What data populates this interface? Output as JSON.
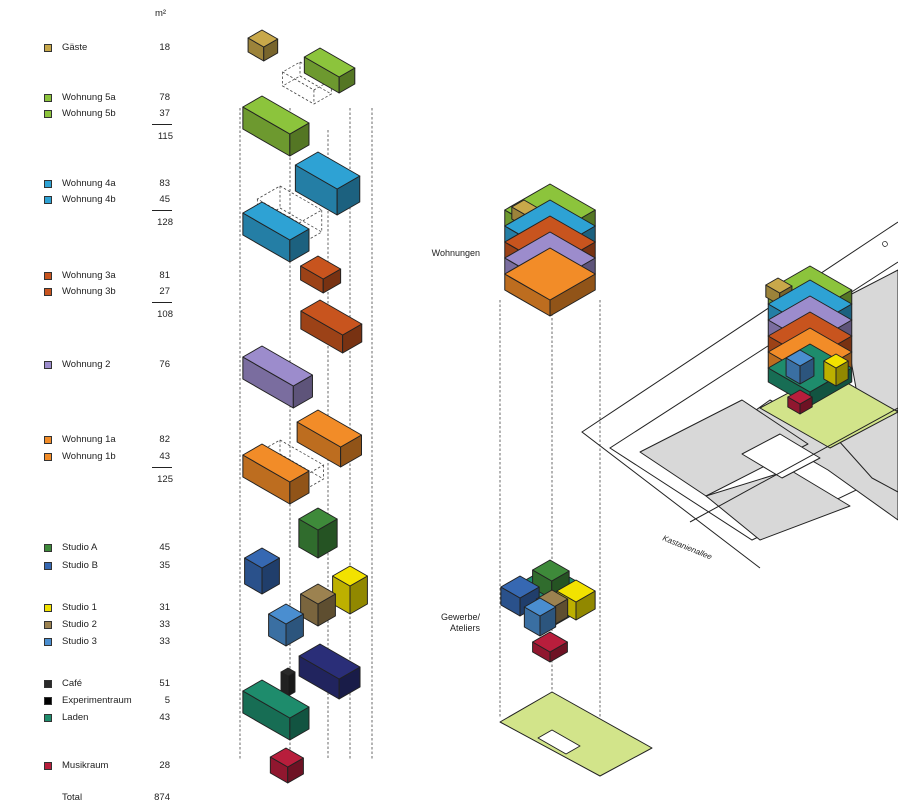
{
  "legend": {
    "unit": "m²",
    "items": [
      {
        "key": "gaeste",
        "label": "Gäste",
        "area": "18",
        "color": "#c8a84a"
      },
      {
        "key": "w5a",
        "label": "Wohnung 5a",
        "area": "78",
        "color": "#8cc43c"
      },
      {
        "key": "w5b",
        "label": "Wohnung 5b",
        "area": "37",
        "color": "#8cc43c"
      },
      {
        "key": "w4a",
        "label": "Wohnung 4a",
        "area": "83",
        "color": "#2ea2d4"
      },
      {
        "key": "w4b",
        "label": "Wohnung 4b",
        "area": "45",
        "color": "#2ea2d4"
      },
      {
        "key": "w3a",
        "label": "Wohnung 3a",
        "area": "81",
        "color": "#c8541e"
      },
      {
        "key": "w3b",
        "label": "Wohnung 3b",
        "area": "27",
        "color": "#c8541e"
      },
      {
        "key": "w2",
        "label": "Wohnung 2",
        "area": "76",
        "color": "#9c8ccc"
      },
      {
        "key": "w1a",
        "label": "Wohnung 1a",
        "area": "82",
        "color": "#f28c28"
      },
      {
        "key": "w1b",
        "label": "Wohnung 1b",
        "area": "43",
        "color": "#f28c28"
      },
      {
        "key": "studioA",
        "label": "Studio A",
        "area": "45",
        "color": "#3e8a3a"
      },
      {
        "key": "studioB",
        "label": "Studio B",
        "area": "35",
        "color": "#3668b2"
      },
      {
        "key": "studio1",
        "label": "Studio 1",
        "area": "31",
        "color": "#f2e200"
      },
      {
        "key": "studio2",
        "label": "Studio 2",
        "area": "33",
        "color": "#9c8250"
      },
      {
        "key": "studio3",
        "label": "Studio 3",
        "area": "33",
        "color": "#4a8ed0"
      },
      {
        "key": "cafe",
        "label": "Café",
        "area": "51",
        "color": "#2a2a2a"
      },
      {
        "key": "experiment",
        "label": "Experimentraum",
        "area": "5",
        "color": "#000000"
      },
      {
        "key": "laden",
        "label": "Laden",
        "area": "43",
        "color": "#1e8c6c"
      },
      {
        "key": "musik",
        "label": "Musikraum",
        "area": "28",
        "color": "#b81e3c"
      }
    ],
    "subtotals": {
      "w5": "115",
      "w4": "128",
      "w3": "108",
      "w1": "125"
    },
    "total_label": "Total",
    "total_value": "874"
  },
  "labels": {
    "wohnungen": "Wohnungen",
    "gewerbe": "Gewerbe/\nAteliers",
    "street": "Kastanienallee",
    "corner": "O"
  },
  "colors": {
    "site": "#d2e48a",
    "neighbour": "#d8d8d8",
    "navy": "#2a2e78"
  }
}
